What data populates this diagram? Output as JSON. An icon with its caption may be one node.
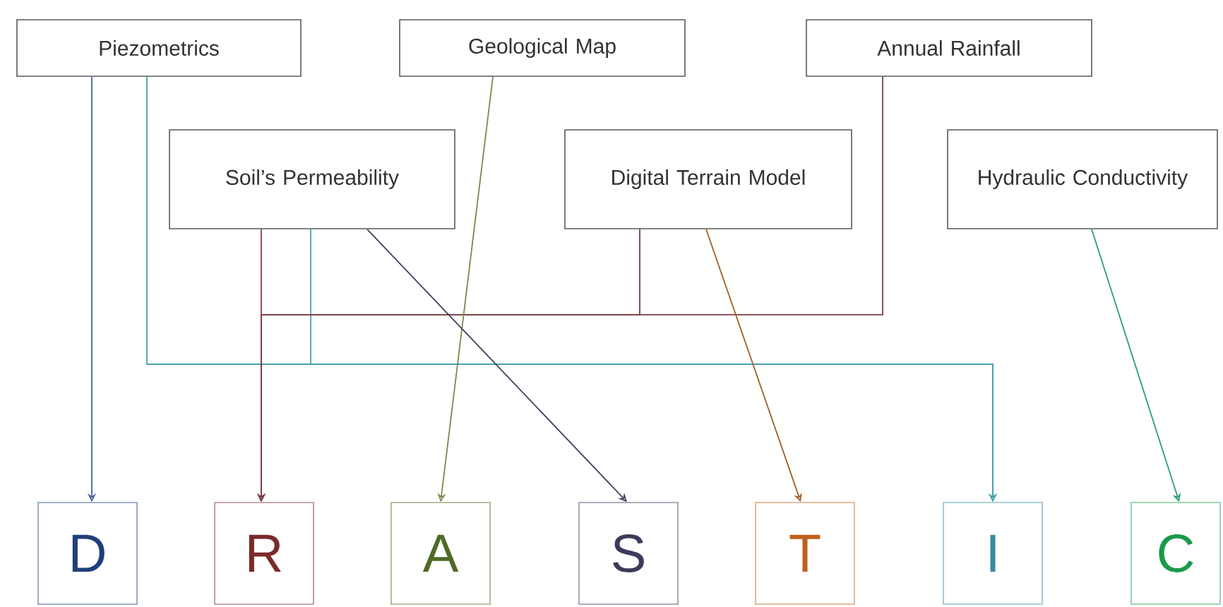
{
  "diagram": {
    "nodes": [
      {
        "text": [
          "Piezometrics"
        ]
      },
      {
        "text": [
          "Geological Map"
        ]
      },
      {
        "text": [
          "Annual Rainfall"
        ]
      },
      {
        "text": [
          "Soil’s Permeability"
        ]
      },
      {
        "text": [
          "Digital Terrain Model"
        ]
      },
      {
        "text": [
          "Hydraulic Conductivity"
        ]
      },
      {
        "text": [
          "D"
        ]
      },
      {
        "text": [
          "R"
        ]
      },
      {
        "text": [
          "A"
        ]
      },
      {
        "text": [
          "S"
        ]
      },
      {
        "text": [
          "T"
        ]
      },
      {
        "text": [
          "I"
        ]
      },
      {
        "text": [
          "C"
        ]
      }
    ],
    "edges": [
      {
        "from": 0,
        "to": 6,
        "arrow": "to",
        "color": "#4a5f9a"
      },
      {
        "from": 0,
        "to": 11,
        "arrow": "to",
        "color": "#4aa0b0"
      },
      {
        "from": 3,
        "to": 11,
        "arrow": "to",
        "color": "#4aa0b0"
      },
      {
        "from": 3,
        "to": 7,
        "arrow": "to",
        "color": "#7a4040"
      },
      {
        "from": 4,
        "to": 7,
        "arrow": "to",
        "color": "#7a4040"
      },
      {
        "from": 2,
        "to": 7,
        "arrow": "to",
        "color": "#7a4040"
      },
      {
        "from": 1,
        "to": 8,
        "arrow": "to",
        "color": "#7a8a4a"
      },
      {
        "from": 3,
        "to": 9,
        "arrow": "to",
        "color": "#404060"
      },
      {
        "from": 4,
        "to": 10,
        "arrow": "to",
        "color": "#a0602a"
      },
      {
        "from": 5,
        "to": 12,
        "arrow": "to",
        "color": "#2aa070"
      }
    ]
  }
}
